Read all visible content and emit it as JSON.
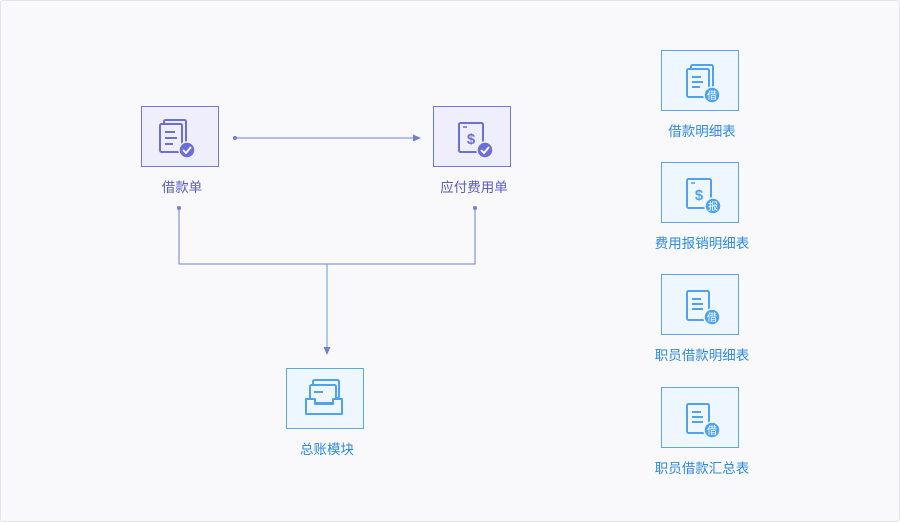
{
  "colors": {
    "purple_accent": "#6c6fd6",
    "purple_fill": "#eeeefc",
    "blue_accent": "#4ea3f0",
    "blue_fill": "#eef7ff",
    "connector": "#6e7fd8"
  },
  "nodes": {
    "loan_slip": {
      "label": "借款单",
      "icon": "document-check-icon"
    },
    "payable_expense": {
      "label": "应付费用单",
      "icon": "dollar-document-check-icon"
    },
    "general_ledger": {
      "label": "总账模块",
      "icon": "inbox-tray-icon"
    }
  },
  "reports": [
    {
      "label": "借款明细表",
      "badge": "借",
      "icon": "stacked-documents-icon"
    },
    {
      "label": "费用报销明细表",
      "badge": "报",
      "icon": "dollar-document-icon"
    },
    {
      "label": "职员借款明细表",
      "badge": "借",
      "icon": "document-icon"
    },
    {
      "label": "职员借款汇总表",
      "badge": "借",
      "icon": "document-icon"
    }
  ]
}
